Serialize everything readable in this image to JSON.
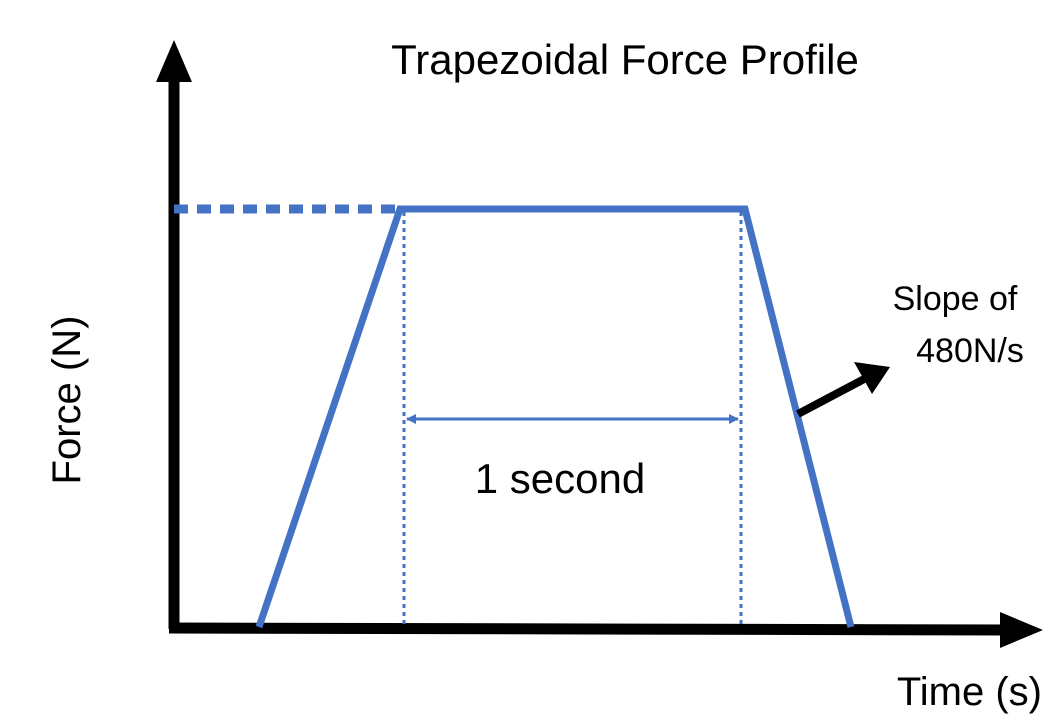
{
  "title": "Trapezoidal Force Profile",
  "y_axis_label": "Force (N)",
  "x_axis_label": "Time (s)",
  "duration_label": "1 second",
  "slope_label_line1": "Slope of",
  "slope_label_line2": "480N/s",
  "colors": {
    "axis": "#000000",
    "profile": "#4472C4",
    "text": "#000000"
  }
}
